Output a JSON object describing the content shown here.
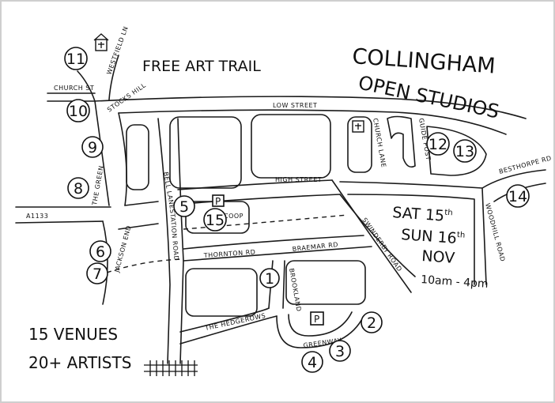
{
  "titles": {
    "line1": "COLLINGHAM",
    "line2": "OPEN STUDIOS",
    "trail": "FREE ART TRAIL"
  },
  "event": {
    "day1": "SAT 15",
    "day1_suffix": "th",
    "day2": "SUN 16",
    "day2_suffix": "th",
    "month": "NOV",
    "time": "10am - 4pm"
  },
  "summary": {
    "venues": "15 VENUES",
    "artists": "20+ ARTISTS"
  },
  "roads": {
    "church_st": "CHURCH ST",
    "westfield_ln": "WESTFIELD LN",
    "stocks_hill": "STOCKS HILL",
    "low_street": "LOW STREET",
    "the_green": "THE GREEN",
    "bell_lane": "BELL LANE",
    "church_lane": "CHURCH LANE",
    "guide_post": "GUIDE POST",
    "high_street": "HIGH STREET",
    "besthorpe_rd": "BESTHORPE RD",
    "a1133": "A1133",
    "station_road": "STATION ROAD",
    "swinderby_road": "SWINDERBY ROAD",
    "woodhill_road": "WOODHILL ROAD",
    "jackson_end": "JACKSON END",
    "thornton_rd": "THORNTON RD",
    "braemar_rd": "BRAEMAR RD",
    "brookland": "BROOKLAND",
    "the_hedgerows": "THE HEDGEROWS",
    "greenway": "GREENWAY",
    "coop": "COOP"
  },
  "venues": [
    "1",
    "2",
    "3",
    "4",
    "5",
    "6",
    "7",
    "8",
    "9",
    "10",
    "11",
    "12",
    "13",
    "14",
    "15"
  ],
  "parking": {
    "label": "P"
  },
  "icons": {
    "church": "church-icon",
    "parking": "parking-icon",
    "railway": "railway-track-icon"
  }
}
